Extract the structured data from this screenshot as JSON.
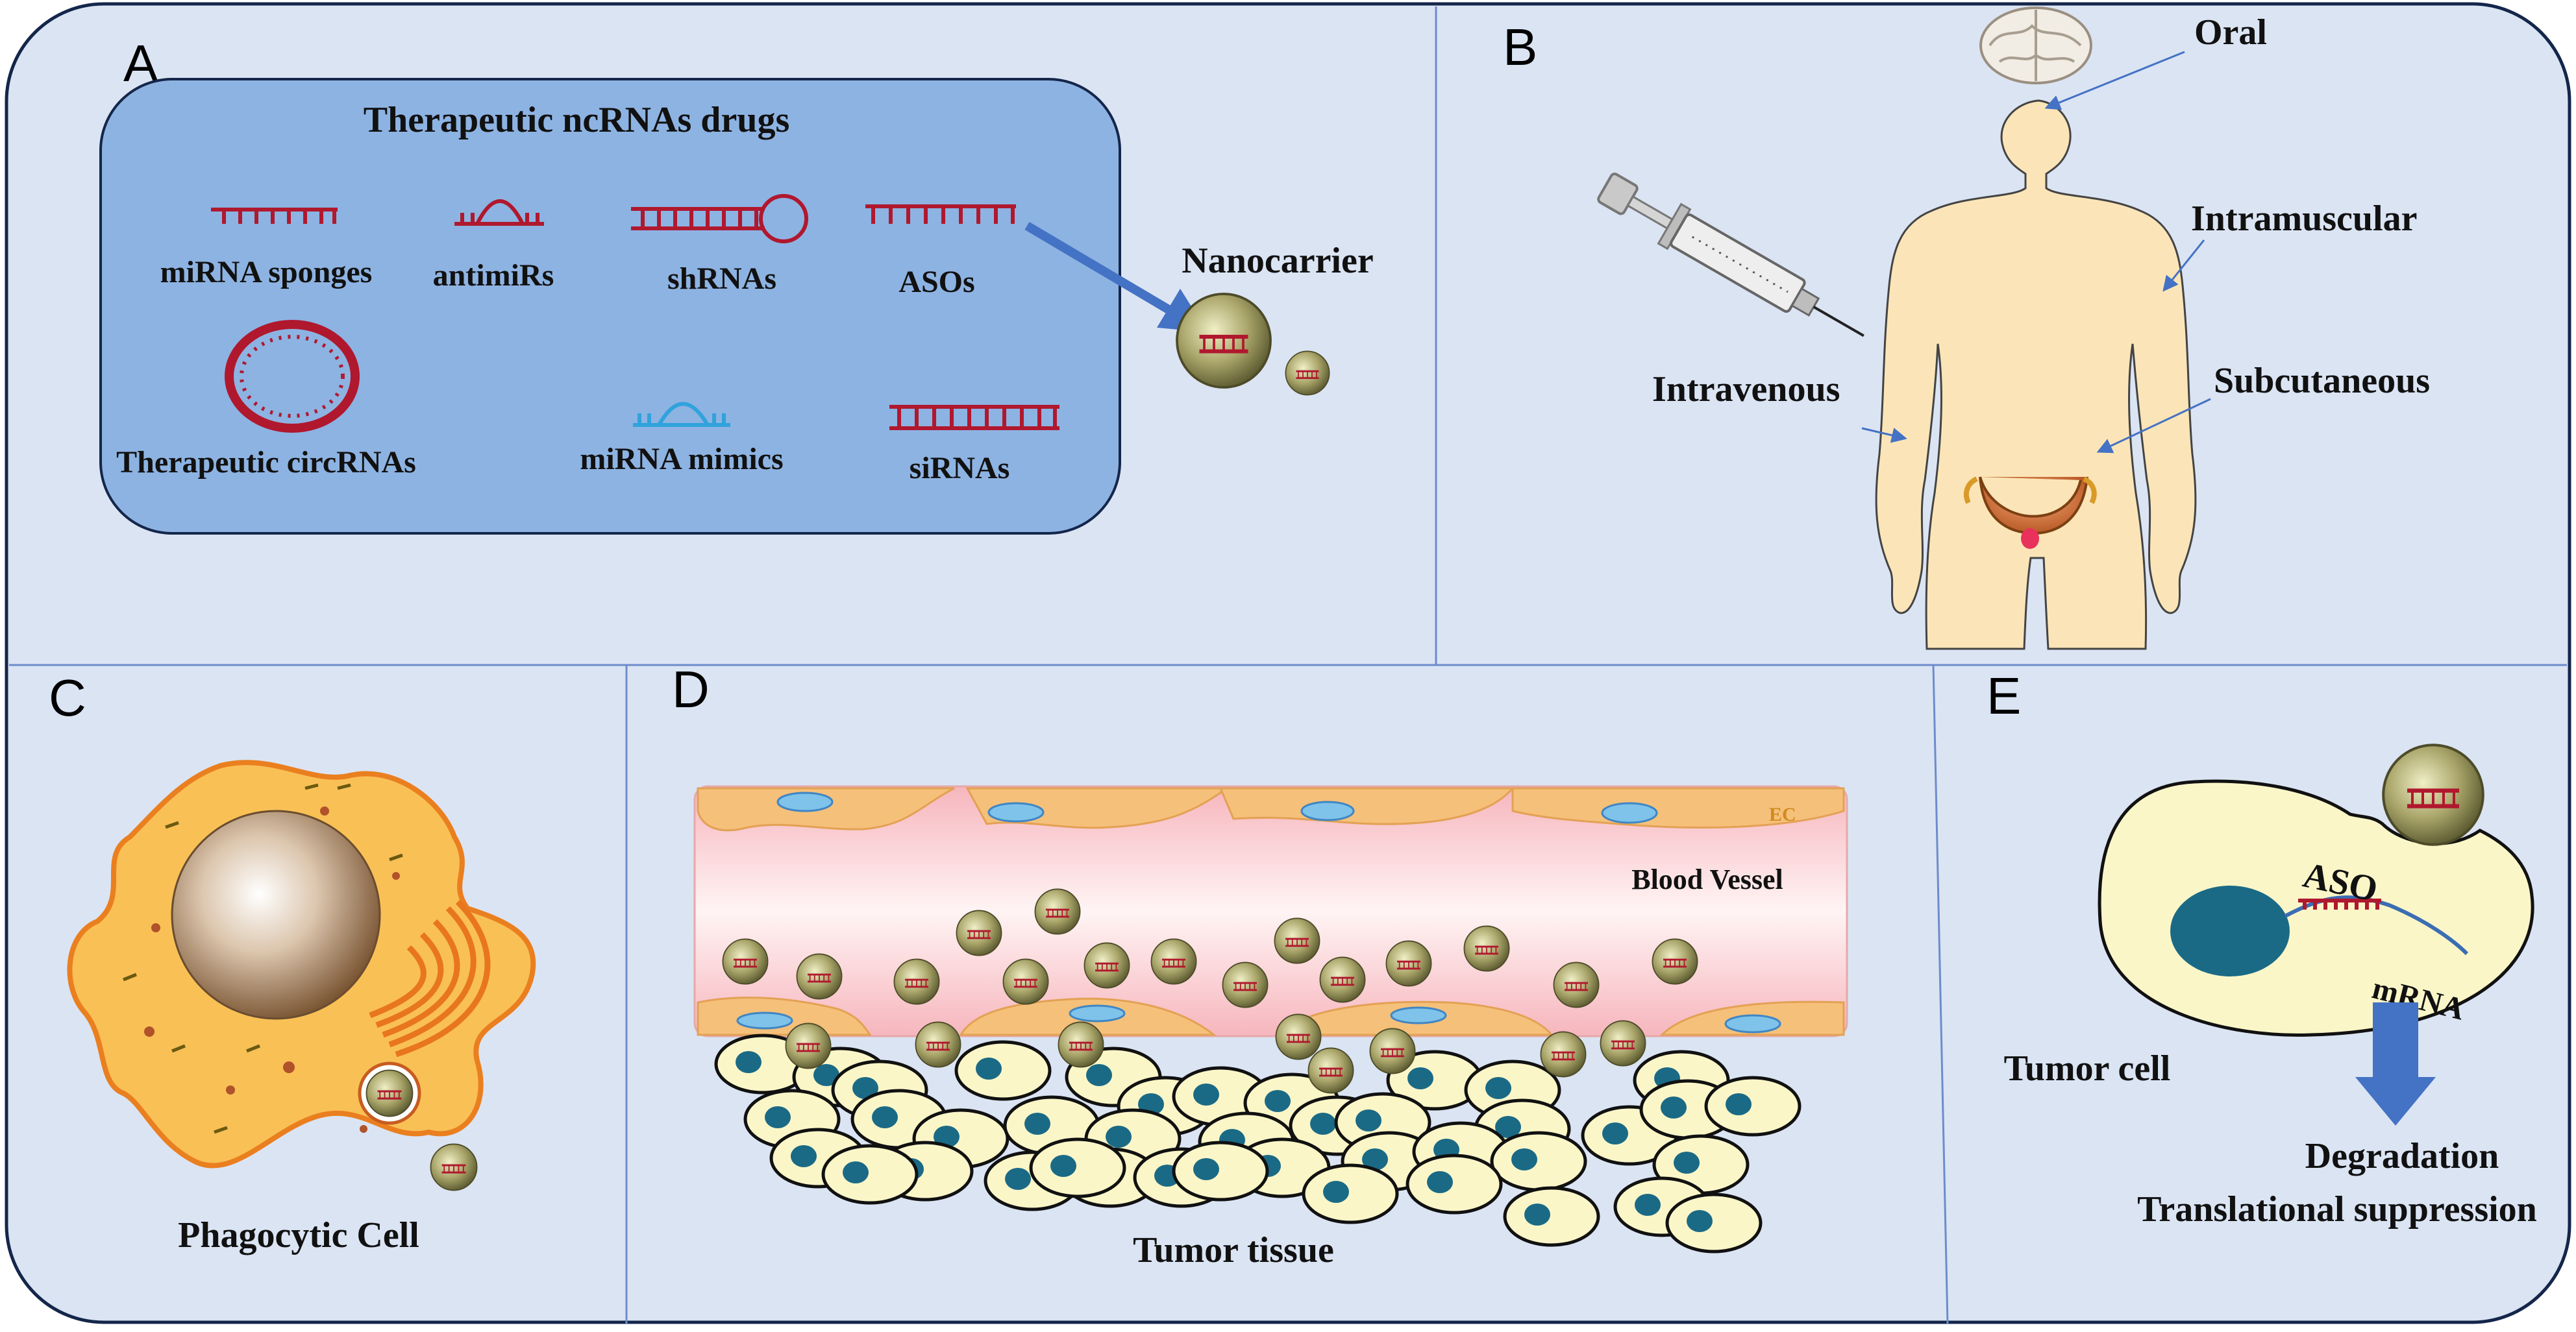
{
  "colors": {
    "background": "#dbe4f3",
    "frame": "#14264a",
    "divider": "#6d8ccc",
    "panelA_box": "#8db3e2",
    "rna_red": "#b0182e",
    "rna_blue": "#30a3dc",
    "arrow_blue": "#4472c4",
    "nanocarrier": "#7d7a48",
    "body_skin": "#fbe5b8",
    "cell_yellow": "#fbf6c8",
    "nucleus_teal": "#1a6a86",
    "vessel_pink": "#f6c8c8",
    "endothelial_orange": "#f5c07a",
    "phagocyte_orange": "#f9c056"
  },
  "panels": {
    "a": {
      "letter": "A",
      "title": "Therapeutic ncRNAs drugs",
      "labels": {
        "mirna_sponges": "miRNA sponges",
        "antimirs": "antimiRs",
        "shrnas": "shRNAs",
        "asos": "ASOs",
        "circrnas": "Therapeutic circRNAs",
        "mirna_mimics": "miRNA mimics",
        "sirnas": "siRNAs"
      },
      "nanocarrier_label": "Nanocarrier"
    },
    "b": {
      "letter": "B",
      "routes": {
        "oral": "Oral",
        "intramuscular": "Intramuscular",
        "intravenous": "Intravenous",
        "subcutaneous": "Subcutaneous"
      }
    },
    "c": {
      "letter": "C",
      "label": "Phagocytic Cell"
    },
    "d": {
      "letter": "D",
      "vessel_label": "Blood Vessel",
      "ec_label": "EC",
      "tissue_label": "Tumor tissue"
    },
    "e": {
      "letter": "E",
      "aso_label": "ASO",
      "mrna_label": "mRNA",
      "tumor_cell_label": "Tumor cell",
      "degradation_label": "Degradation",
      "suppression_label": "Translational suppression"
    }
  }
}
